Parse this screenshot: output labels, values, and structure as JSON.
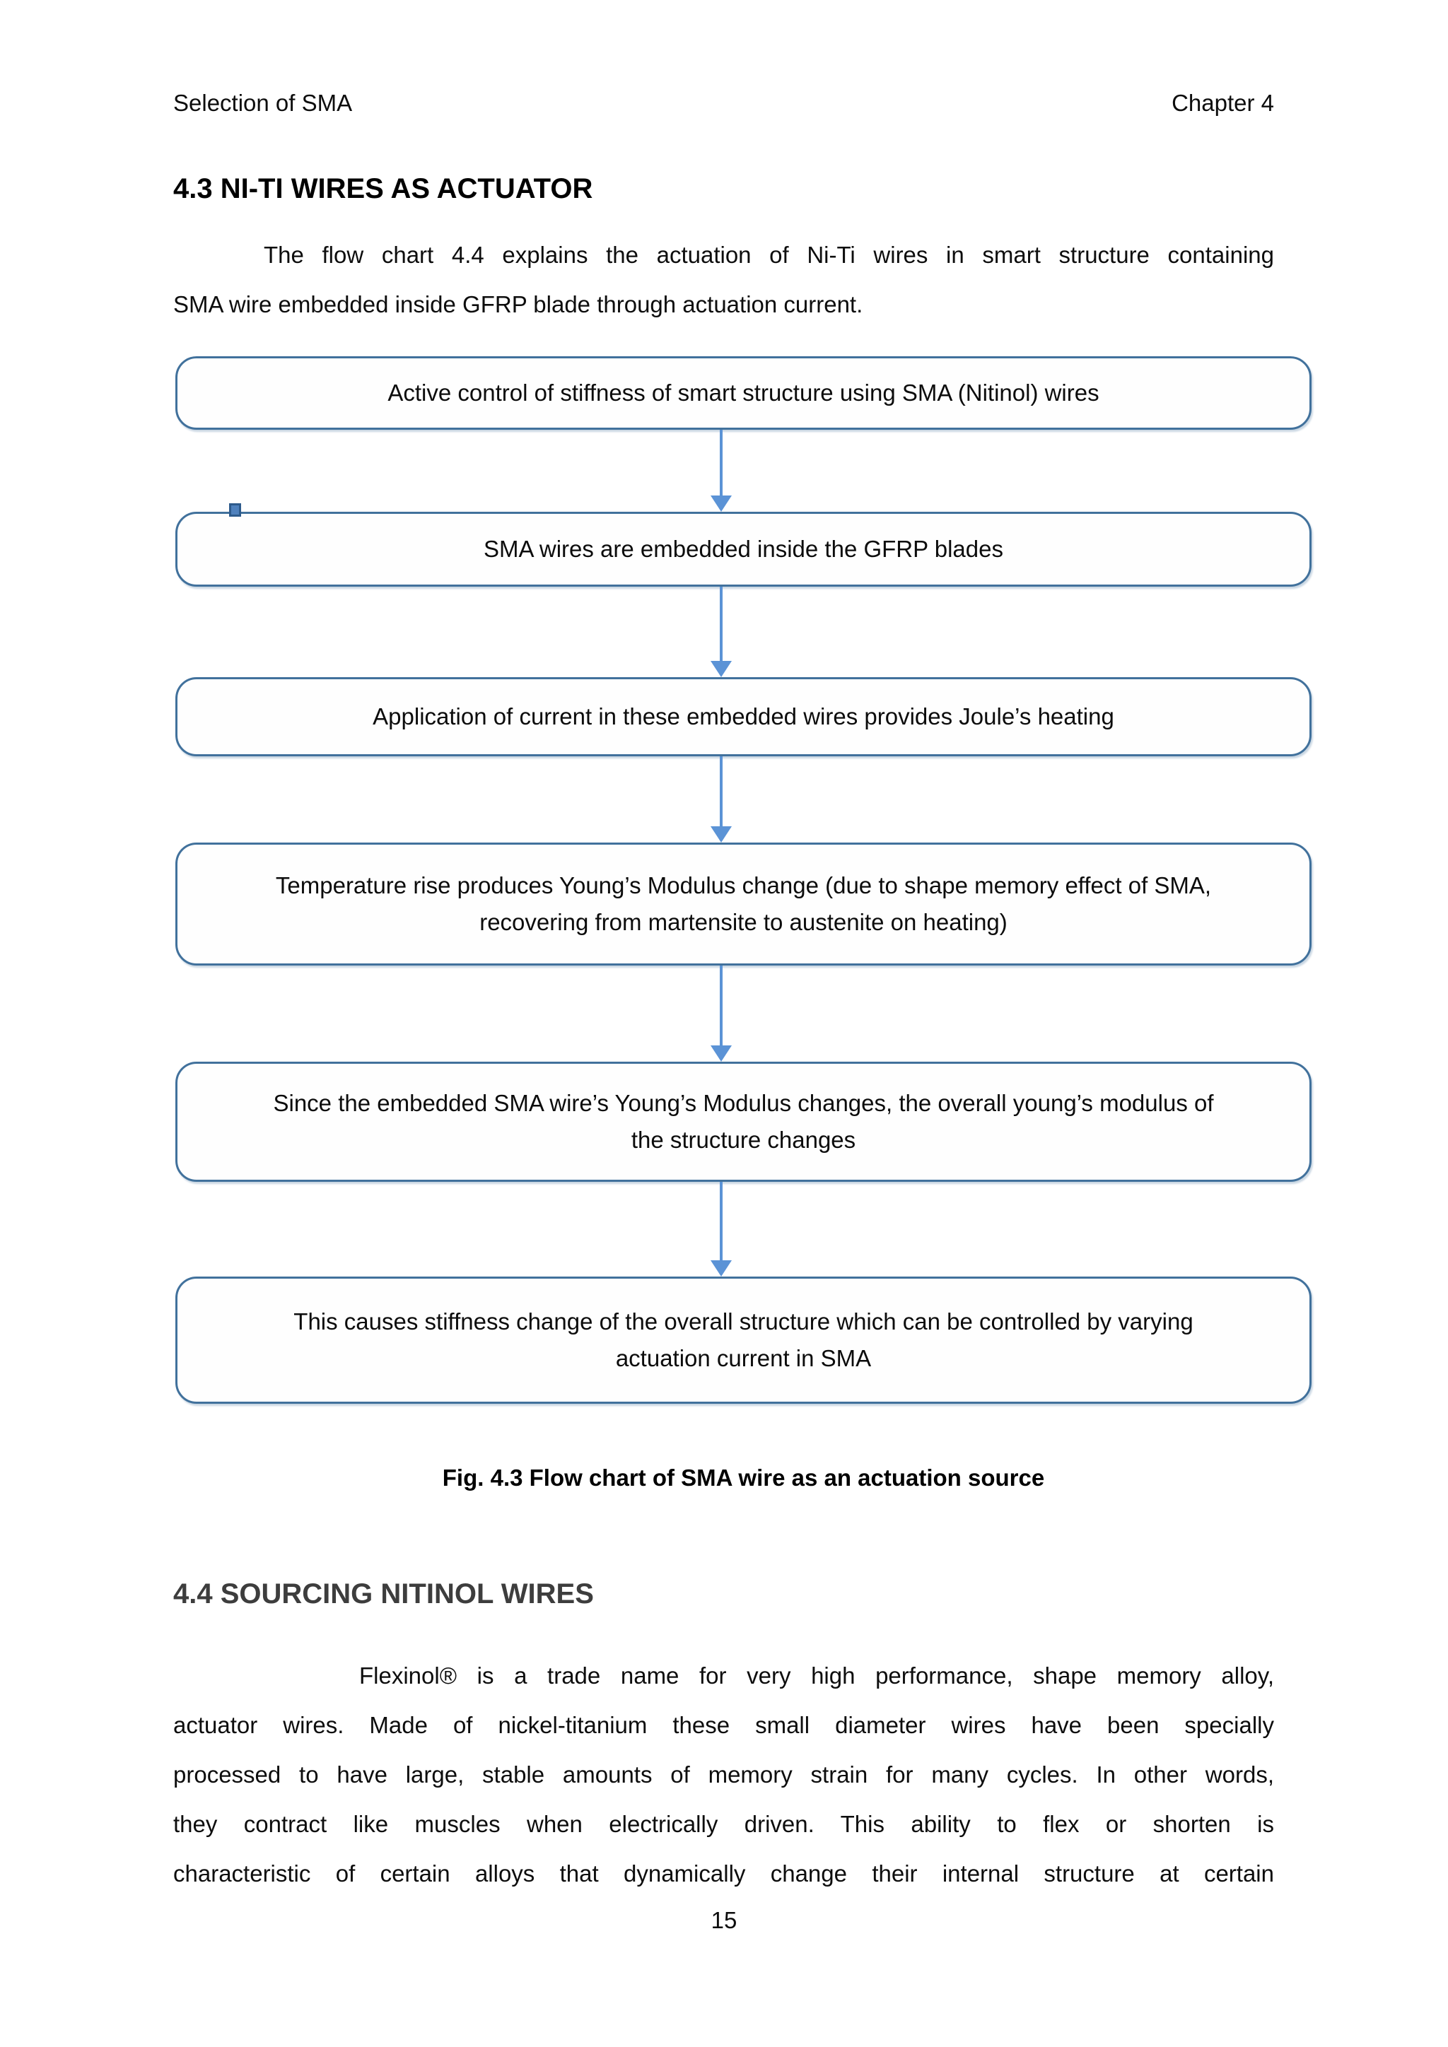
{
  "header": {
    "left": "Selection of SMA",
    "right": "Chapter 4"
  },
  "section_43": {
    "heading": "4.3 NI-TI WIRES AS ACTUATOR",
    "paragraph_lines": [
      "The flow chart 4.4 explains the actuation of Ni-Ti wires in smart structure containing",
      "SMA wire embedded inside GFRP blade through actuation current."
    ]
  },
  "flowchart": {
    "boxes": [
      {
        "lines": [
          "Active control of stiffness of smart structure using SMA (Nitinol) wires"
        ]
      },
      {
        "lines": [
          "SMA wires are embedded inside the GFRP blades"
        ]
      },
      {
        "lines": [
          "Application of current in these embedded wires provides Joule’s heating"
        ]
      },
      {
        "lines": [
          "Temperature rise produces Young’s Modulus change (due to shape memory effect of SMA,",
          "recovering from martensite to austenite on heating)"
        ]
      },
      {
        "lines": [
          "Since the embedded SMA wire’s Young’s Modulus changes, the overall young’s modulus of",
          "the structure changes"
        ]
      },
      {
        "lines": [
          "This causes stiffness change of the overall structure which can be controlled by varying",
          "actuation current in SMA"
        ]
      }
    ],
    "caption": "Fig. 4.3 Flow chart of SMA wire as an actuation source"
  },
  "section_44": {
    "heading": "4.4 SOURCING NITINOL WIRES",
    "paragraph_lines": [
      "Flexinol® is a trade name for very high performance, shape memory alloy,",
      "actuator wires. Made of nickel-titanium these small diameter wires have been specially",
      "processed to have large, stable amounts of memory strain for many cycles. In other words,",
      "they contract like muscles when electrically driven. This ability to flex or shorten is",
      "characteristic of certain alloys that dynamically change their internal structure at certain"
    ]
  },
  "footer": {
    "page_number": "15"
  },
  "colors": {
    "box_border": "#41719C",
    "arrow": "#5B93D6",
    "handle_fill": "#4F81BD",
    "handle_border": "#2E5B8C"
  }
}
